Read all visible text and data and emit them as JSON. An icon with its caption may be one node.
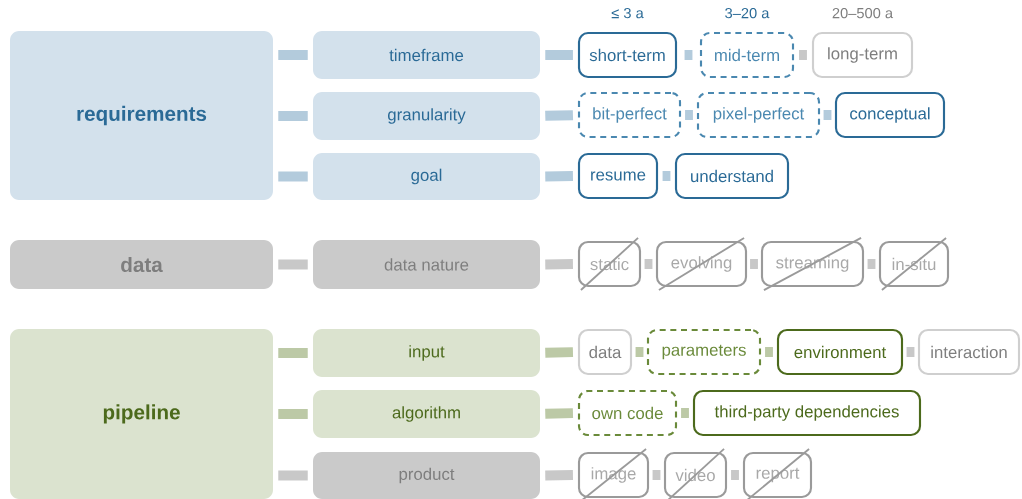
{
  "diagram": {
    "nodes": [
      {
        "text": [
          "requirements"
        ]
      },
      {
        "text": [
          "timeframe"
        ]
      },
      {
        "text": [
          "granularity"
        ]
      },
      {
        "text": [
          "goal"
        ]
      },
      {
        "text": [
          "short-term"
        ],
        "beside": [
          "≤ 3 a"
        ]
      },
      {
        "text": [
          "mid-term"
        ],
        "beside": [
          "3–20 a"
        ]
      },
      {
        "text": [
          "long-term"
        ],
        "beside": [
          "20–500 a"
        ]
      },
      {
        "text": [
          "bit-perfect"
        ]
      },
      {
        "text": [
          "pixel-perfect"
        ]
      },
      {
        "text": [
          "conceptual"
        ]
      },
      {
        "text": [
          "resume"
        ]
      },
      {
        "text": [
          "understand"
        ]
      },
      {
        "text": [
          "data"
        ]
      },
      {
        "text": [
          "data nature"
        ]
      },
      {
        "text": [
          "static"
        ]
      },
      {
        "text": [
          "evolving"
        ]
      },
      {
        "text": [
          "streaming"
        ]
      },
      {
        "text": [
          "in-situ"
        ]
      },
      {
        "text": [
          "pipeline"
        ]
      },
      {
        "text": [
          "input"
        ]
      },
      {
        "text": [
          "algorithm"
        ]
      },
      {
        "text": [
          "product"
        ]
      },
      {
        "text": [
          "data"
        ]
      },
      {
        "text": [
          "parameters"
        ]
      },
      {
        "text": [
          "environment"
        ]
      },
      {
        "text": [
          "interaction"
        ]
      },
      {
        "text": [
          "own code"
        ]
      },
      {
        "text": [
          "third-party dependencies"
        ]
      },
      {
        "text": [
          "image"
        ]
      },
      {
        "text": [
          "video"
        ]
      },
      {
        "text": [
          "report"
        ]
      }
    ],
    "edges": [
      {
        "from": 0,
        "to": 1,
        "arrow": "none",
        "color": "#b3cbdc"
      },
      {
        "from": 0,
        "to": 2,
        "arrow": "none",
        "color": "#b3cbdc"
      },
      {
        "from": 0,
        "to": 3,
        "arrow": "none",
        "color": "#b3cbdc"
      },
      {
        "from": 1,
        "to": 4,
        "arrow": "none",
        "color": "#b3cbdc"
      },
      {
        "from": 4,
        "to": 5,
        "arrow": "none",
        "color": "#b3cbdc"
      },
      {
        "from": 5,
        "to": 6,
        "arrow": "none",
        "color": "#c8c8c8"
      },
      {
        "from": 2,
        "to": 7,
        "arrow": "none",
        "color": "#b3cbdc"
      },
      {
        "from": 7,
        "to": 8,
        "arrow": "none",
        "color": "#b3cbdc"
      },
      {
        "from": 8,
        "to": 9,
        "arrow": "none",
        "color": "#b3cbdc"
      },
      {
        "from": 3,
        "to": 10,
        "arrow": "none",
        "color": "#b3cbdc"
      },
      {
        "from": 10,
        "to": 11,
        "arrow": "none",
        "color": "#b3cbdc"
      },
      {
        "from": 12,
        "to": 13,
        "arrow": "none",
        "color": "#c8c8c8"
      },
      {
        "from": 13,
        "to": 14,
        "arrow": "none",
        "color": "#c8c8c8"
      },
      {
        "from": 14,
        "to": 15,
        "arrow": "none",
        "color": "#c8c8c8"
      },
      {
        "from": 15,
        "to": 16,
        "arrow": "none",
        "color": "#c8c8c8"
      },
      {
        "from": 16,
        "to": 17,
        "arrow": "none",
        "color": "#c8c8c8"
      },
      {
        "from": 18,
        "to": 19,
        "arrow": "none",
        "color": "#bcc9a6"
      },
      {
        "from": 18,
        "to": 20,
        "arrow": "none",
        "color": "#bcc9a6"
      },
      {
        "from": 18,
        "to": 21,
        "arrow": "none",
        "color": "#c8c8c8"
      },
      {
        "from": 19,
        "to": 22,
        "arrow": "none",
        "color": "#bcc9a6"
      },
      {
        "from": 22,
        "to": 23,
        "arrow": "none",
        "color": "#bcc9a6"
      },
      {
        "from": 23,
        "to": 24,
        "arrow": "none",
        "color": "#bcc9a6"
      },
      {
        "from": 24,
        "to": 25,
        "arrow": "none",
        "color": "#c8c8c8"
      },
      {
        "from": 20,
        "to": 26,
        "arrow": "none",
        "color": "#bcc9a6"
      },
      {
        "from": 26,
        "to": 27,
        "arrow": "none",
        "color": "#bcc9a6"
      },
      {
        "from": 21,
        "to": 28,
        "arrow": "none",
        "color": "#c8c8c8"
      },
      {
        "from": 28,
        "to": 29,
        "arrow": "none",
        "color": "#c8c8c8"
      },
      {
        "from": 29,
        "to": 30,
        "arrow": "none",
        "color": "#c8c8c8"
      }
    ]
  }
}
